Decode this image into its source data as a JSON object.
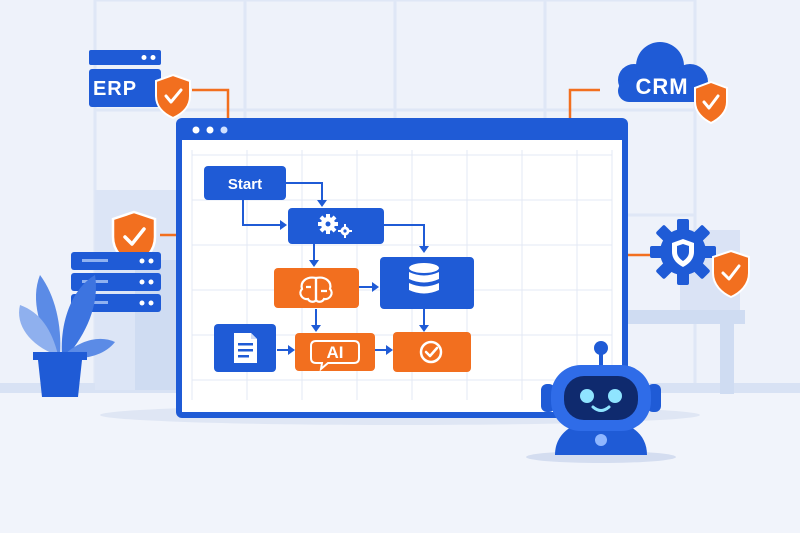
{
  "labels": {
    "erp": "ERP",
    "crm": "CRM",
    "start": "Start",
    "ai": "AI"
  },
  "colors": {
    "primary_blue": "#1f5bd6",
    "accent_orange": "#f26f1f",
    "background": "#eef2fa",
    "canvas": "#ffffff"
  },
  "icons": {
    "erp_server": "server-icon",
    "erp_shield": "shield-check-icon",
    "crm_cloud": "cloud-icon",
    "crm_shield": "shield-check-icon",
    "left_shield": "shield-check-icon",
    "left_server": "server-rack-icon",
    "right_gear": "gear-shield-icon",
    "right_shield": "shield-check-icon",
    "plant": "potted-plant-icon",
    "robot": "robot-icon",
    "process_gears": "gears-icon",
    "ai_brain": "brain-icon",
    "database": "database-icon",
    "document": "document-icon",
    "ai_chat": "ai-chat-icon",
    "complete": "check-circle-icon"
  }
}
